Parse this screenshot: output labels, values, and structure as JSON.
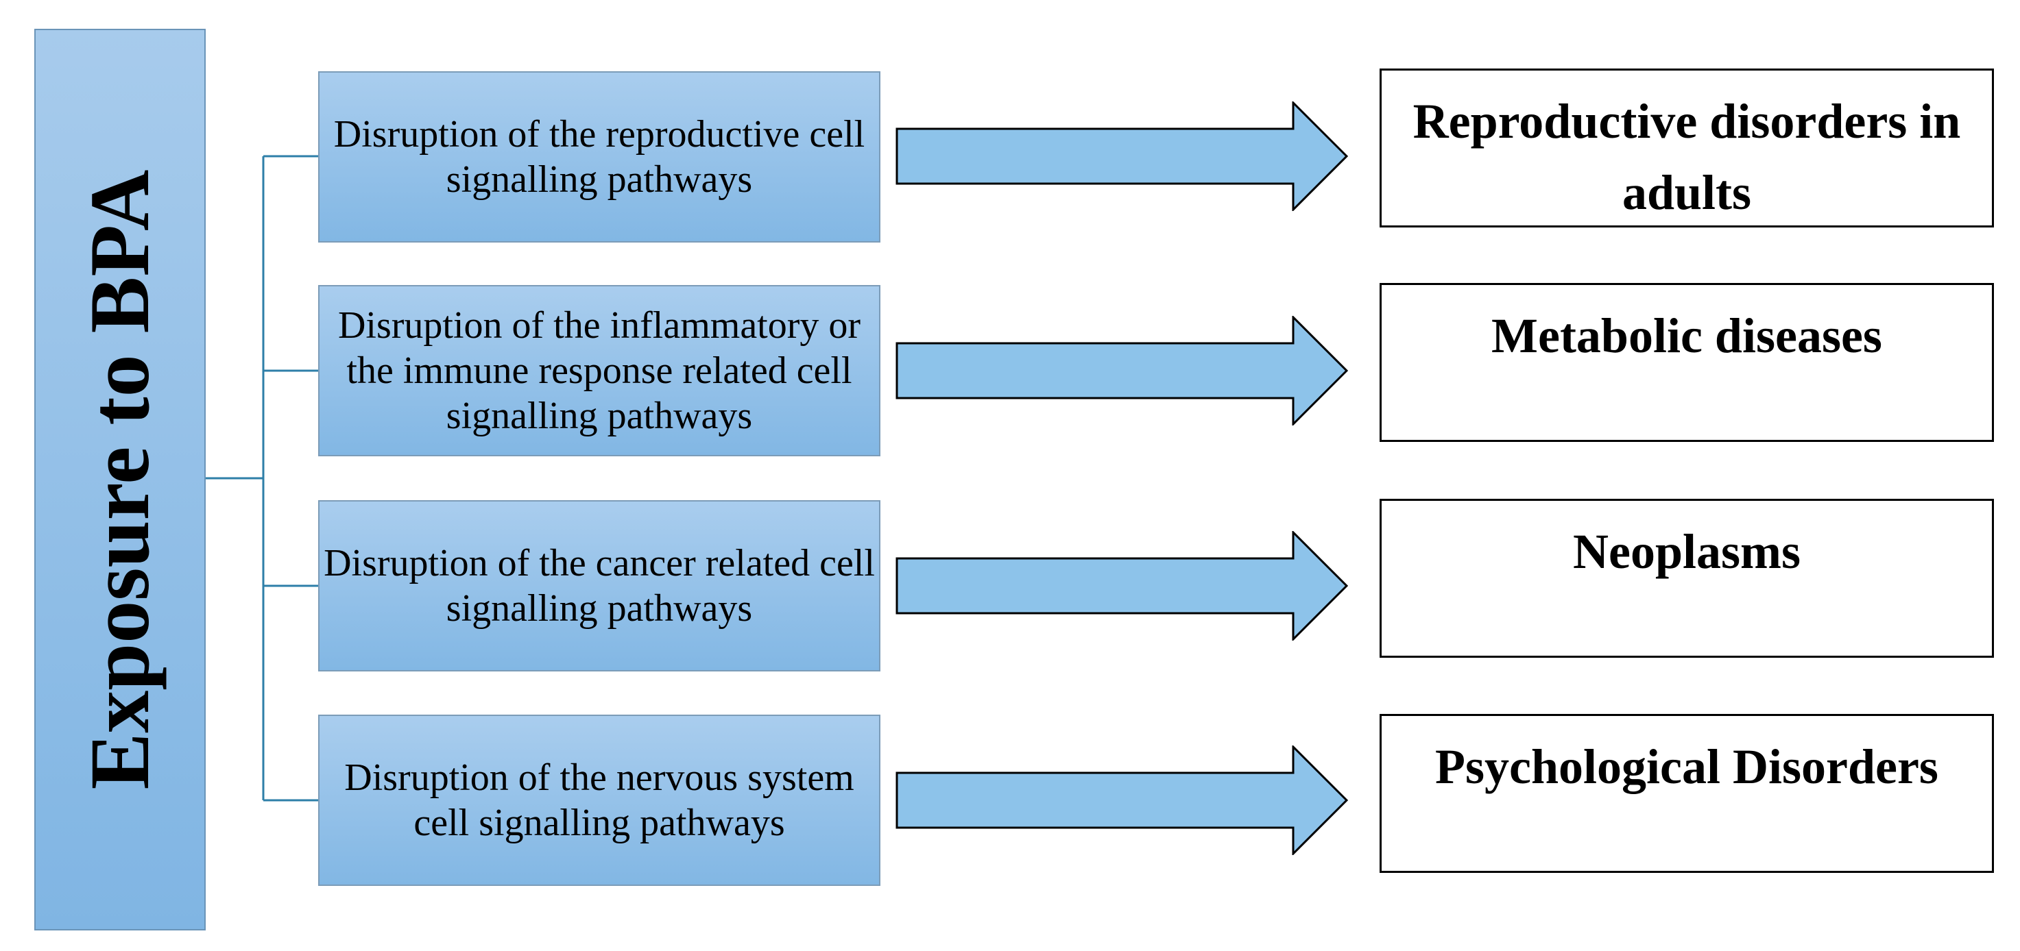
{
  "source": {
    "label": "Exposure to BPA"
  },
  "pathways": [
    {
      "label": "Disruption of the reproductive cell signalling pathways"
    },
    {
      "label": "Disruption of the inflammatory or the immune response related cell signalling pathways"
    },
    {
      "label": "Disruption of the cancer related cell signalling pathways"
    },
    {
      "label": "Disruption of the nervous system cell signalling pathways"
    }
  ],
  "outcomes": [
    {
      "label": "Reproductive disorders in adults"
    },
    {
      "label": "Metabolic diseases"
    },
    {
      "label": "Neoplasms"
    },
    {
      "label": "Psychological Disorders"
    }
  ],
  "colors": {
    "box_fill": "#8dbfe8",
    "box_border": "#6a94b8",
    "connector": "#2e7fa8",
    "arrow_stroke": "#000000"
  }
}
